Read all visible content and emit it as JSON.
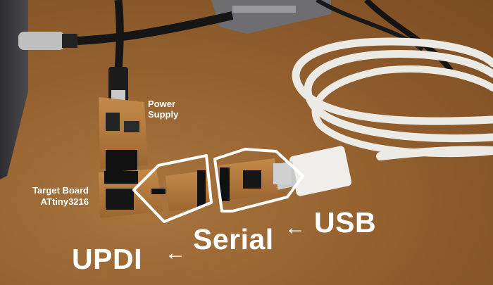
{
  "labels": {
    "power_line1": "Power",
    "power_line2": "Supply",
    "target_line1": "Target Board",
    "target_line2": "ATtiny3216",
    "updi": "UPDI",
    "arrow_left_1": "←",
    "serial": "Serial",
    "arrow_left_2": "←",
    "usb": "USB"
  },
  "colors": {
    "desk": "#95612f",
    "pcb": "#b27a3e",
    "cable_white": "#eceae4",
    "cable_black": "#1b1b1b",
    "outline": "#ffffff"
  }
}
